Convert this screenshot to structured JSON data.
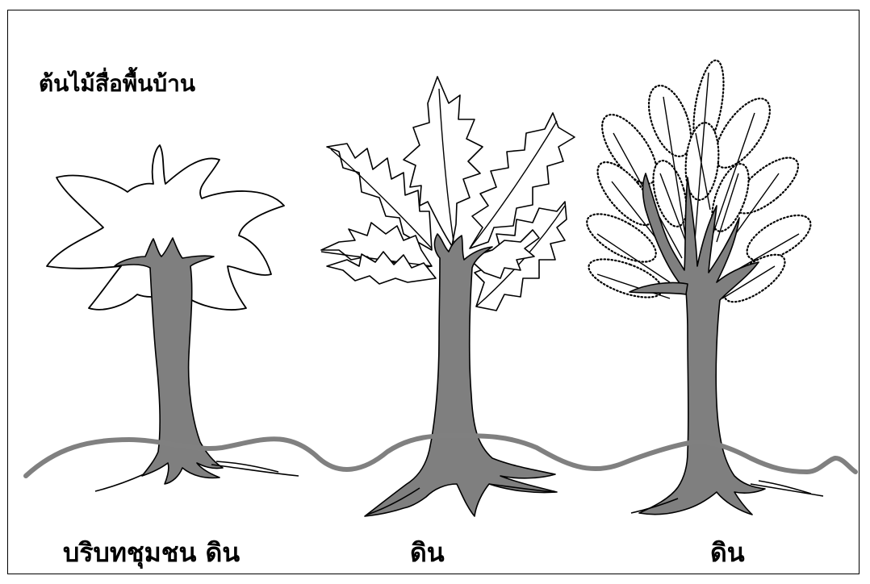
{
  "title": "ต้นไม้สื่อพื้นบ้าน",
  "labels": [
    "บริบทชุมชน ดิน",
    "ดิน",
    "ดิน"
  ]
}
